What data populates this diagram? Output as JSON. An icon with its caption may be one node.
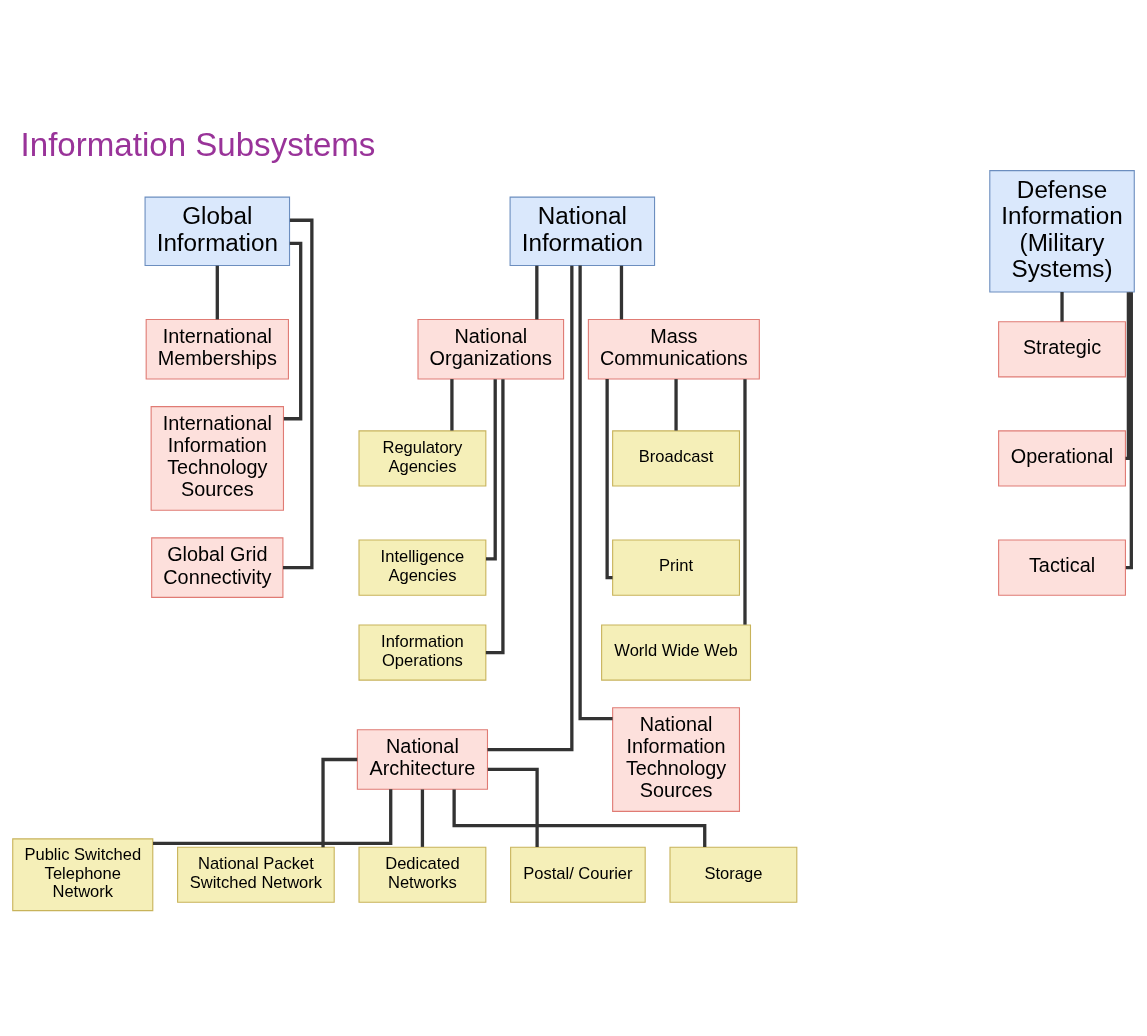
{
  "diagram": {
    "title": "Information Subsystems",
    "nodes": [
      {
        "text": [
          "Global Information"
        ]
      },
      {
        "text": [
          "National Information"
        ]
      },
      {
        "text": [
          "Defense Information (Military Systems)"
        ]
      },
      {
        "text": [
          "International Memberships"
        ]
      },
      {
        "text": [
          "International Information Technology Sources"
        ]
      },
      {
        "text": [
          "Global Grid Connectivity"
        ]
      },
      {
        "text": [
          "National Organizations"
        ]
      },
      {
        "text": [
          "Regulatory Agencies"
        ]
      },
      {
        "text": [
          "Intelligence Agencies"
        ]
      },
      {
        "text": [
          "Information Operations"
        ]
      },
      {
        "text": [
          "Mass Communications"
        ]
      },
      {
        "text": [
          "Broadcast"
        ]
      },
      {
        "text": [
          "Print"
        ]
      },
      {
        "text": [
          "World Wide Web"
        ]
      },
      {
        "text": [
          "Strategic"
        ]
      },
      {
        "text": [
          "Operational"
        ]
      },
      {
        "text": [
          "Tactical"
        ]
      },
      {
        "text": [
          "National Architecture"
        ]
      },
      {
        "text": [
          "National Information Technology Sources"
        ]
      },
      {
        "text": [
          "Public Switched Telephone Network"
        ]
      },
      {
        "text": [
          "National Packet Switched Network"
        ]
      },
      {
        "text": [
          "Dedicated Networks"
        ]
      },
      {
        "text": [
          "Postal/ Courier"
        ]
      },
      {
        "text": [
          "Storage"
        ]
      }
    ],
    "edges": [
      {
        "from": 0,
        "to": 3,
        "arrow": "none"
      },
      {
        "from": 0,
        "to": 4,
        "arrow": "none"
      },
      {
        "from": 0,
        "to": 5,
        "arrow": "none"
      },
      {
        "from": 1,
        "to": 6,
        "arrow": "none"
      },
      {
        "from": 1,
        "to": 10,
        "arrow": "none"
      },
      {
        "from": 1,
        "to": 17,
        "arrow": "none"
      },
      {
        "from": 1,
        "to": 18,
        "arrow": "none"
      },
      {
        "from": 6,
        "to": 7,
        "arrow": "none"
      },
      {
        "from": 6,
        "to": 8,
        "arrow": "none"
      },
      {
        "from": 6,
        "to": 9,
        "arrow": "none"
      },
      {
        "from": 10,
        "to": 11,
        "arrow": "none"
      },
      {
        "from": 10,
        "to": 12,
        "arrow": "none"
      },
      {
        "from": 10,
        "to": 13,
        "arrow": "none"
      },
      {
        "from": 2,
        "to": 14,
        "arrow": "none"
      },
      {
        "from": 2,
        "to": 15,
        "arrow": "none"
      },
      {
        "from": 2,
        "to": 16,
        "arrow": "none"
      },
      {
        "from": 17,
        "to": 19,
        "arrow": "none"
      },
      {
        "from": 17,
        "to": 20,
        "arrow": "none"
      },
      {
        "from": 17,
        "to": 21,
        "arrow": "none"
      },
      {
        "from": 17,
        "to": 22,
        "arrow": "none"
      },
      {
        "from": 17,
        "to": 23,
        "arrow": "none"
      }
    ]
  }
}
